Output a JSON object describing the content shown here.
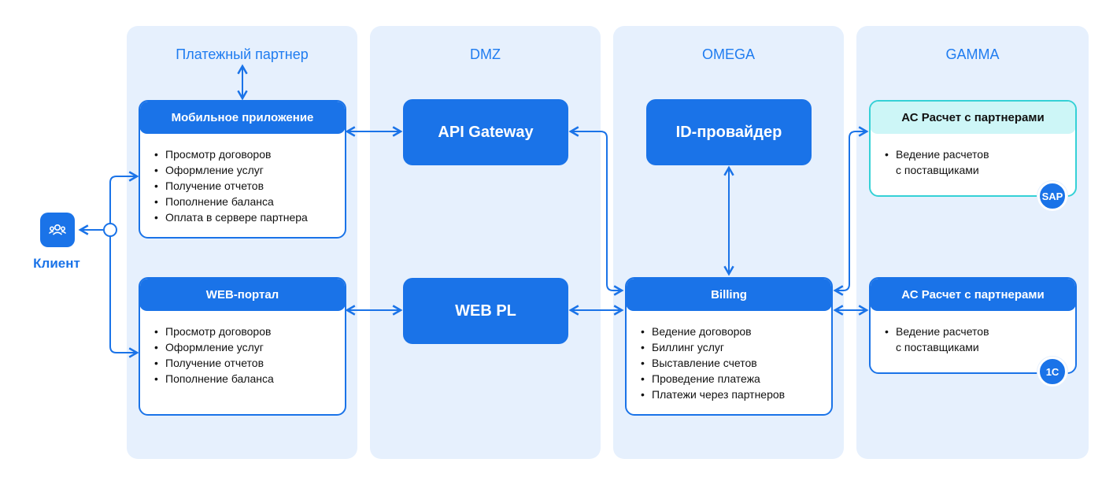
{
  "zones": {
    "partner": "Платежный партнер",
    "dmz": "DMZ",
    "omega": "OMEGA",
    "gamma": "GAMMA"
  },
  "client": {
    "label": "Клиент",
    "icon": "users-icon"
  },
  "mobile": {
    "title": "Мобильное приложение",
    "items": [
      "Просмотр договоров",
      "Оформление услуг",
      "Получение отчетов",
      "Пополнение баланса",
      "Оплата в сервере партнера"
    ]
  },
  "web_portal": {
    "title": "WEB-портал",
    "items": [
      "Просмотр договоров",
      "Оформление услуг",
      "Получение отчетов",
      "Пополнение баланса"
    ]
  },
  "api_gateway": {
    "label": "API Gateway"
  },
  "web_pl": {
    "label": "WEB PL"
  },
  "id_provider": {
    "label": "ID-провайдер"
  },
  "billing": {
    "title": "Billing",
    "items": [
      "Ведение договоров",
      "Биллинг услуг",
      "Выставление счетов",
      "Проведение платежа",
      "Платежи через партнеров"
    ]
  },
  "as_sap": {
    "title": "АС Расчет с партнерами",
    "items": [
      "Ведение расчетов",
      "с поставщиками"
    ],
    "badge": "SAP"
  },
  "as_1c": {
    "title": "АС Расчет с партнерами",
    "items": [
      "Ведение расчетов",
      "с поставщиками"
    ],
    "badge": "1C"
  },
  "colors": {
    "accent": "#1a73e8",
    "zone_bg": "#e6f0fd",
    "teal_border": "#35d1d6",
    "teal_fill": "#cdf6f7"
  }
}
